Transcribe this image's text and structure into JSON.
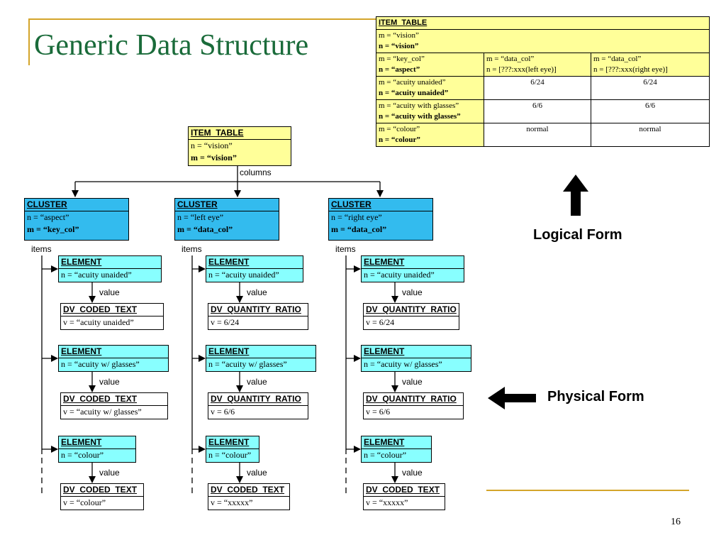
{
  "slide": {
    "title": "Generic Data Structure",
    "page_number": "16",
    "logical_form_label": "Logical Form",
    "physical_form_label": "Physical Form"
  },
  "logical_table": {
    "header": "ITEM_TABLE",
    "row1": {
      "m": "m = “vision”",
      "n": "n = “vision”"
    },
    "row2": {
      "c1_m": "m = “key_col”",
      "c1_n": "n = “aspect”",
      "c2_m": "m = “data_col”",
      "c2_n": "n = [???:xxx(left eye)]",
      "c3_m": "m = “data_col”",
      "c3_n": "n = [???:xxx(right eye)]"
    },
    "rows": [
      {
        "m": "m = “acuity unaided”",
        "n": "n = “acuity unaided”",
        "v1": "6/24",
        "v2": "6/24"
      },
      {
        "m": "m = “acuity with glasses”",
        "n": "n = “acuity with glasses”",
        "v1": "6/6",
        "v2": "6/6"
      },
      {
        "m": "m = “colour”",
        "n": "n = “colour”",
        "v1": "normal",
        "v2": "normal"
      }
    ]
  },
  "tree": {
    "root": {
      "header": "ITEM_TABLE",
      "n": "n = “vision”",
      "m": "m = “vision”"
    },
    "columns_label": "columns",
    "items_label": "items",
    "value_label": "value",
    "element_header": "ELEMENT",
    "cluster_header": "CLUSTER",
    "clusters": [
      {
        "n": "n = “aspect”",
        "m": "m = “key_col”",
        "elements": [
          {
            "n": "n = “acuity unaided”",
            "dv": "DV_CODED_TEXT",
            "v": "v = “acuity unaided”"
          },
          {
            "n": "n = “acuity w/ glasses”",
            "dv": "DV_CODED_TEXT",
            "v": "v = “acuity w/ glasses”"
          },
          {
            "n": "n = “colour”",
            "dv": "DV_CODED_TEXT",
            "v": "v = “colour”"
          }
        ]
      },
      {
        "n": "n = “left eye”",
        "m": "m = “data_col”",
        "elements": [
          {
            "n": "n = “acuity unaided”",
            "dv": "DV_QUANTITY_RATIO",
            "v": "v = 6/24"
          },
          {
            "n": "n = “acuity w/ glasses”",
            "dv": "DV_QUANTITY_RATIO",
            "v": "v = 6/6"
          },
          {
            "n": "n = “colour”",
            "dv": "DV_CODED_TEXT",
            "v": "v = “xxxxx”"
          }
        ]
      },
      {
        "n": "n = “right eye”",
        "m": "m = “data_col”",
        "elements": [
          {
            "n": "n = “acuity unaided”",
            "dv": "DV_QUANTITY_RATIO",
            "v": "v = 6/24"
          },
          {
            "n": "n = “acuity w/ glasses”",
            "dv": "DV_QUANTITY_RATIO",
            "v": "v = 6/6"
          },
          {
            "n": "n = “colour”",
            "dv": "DV_CODED_TEXT",
            "v": "v = “xxxxx”"
          }
        ]
      }
    ]
  }
}
